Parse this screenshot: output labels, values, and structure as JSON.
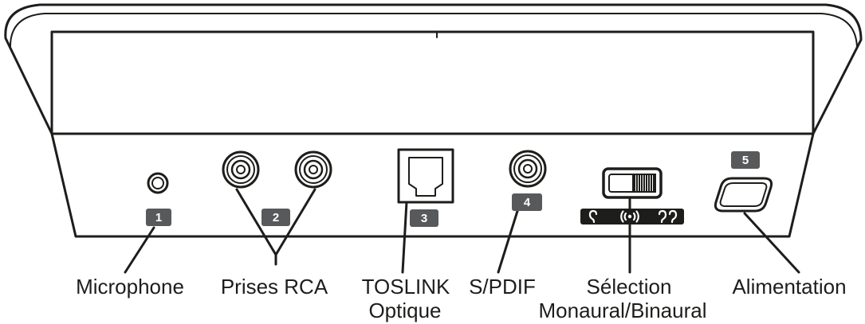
{
  "ports": {
    "microphone": {
      "badge": "1",
      "label": "Microphone"
    },
    "rca": {
      "badge": "2",
      "label": "Prises RCA"
    },
    "toslink": {
      "badge": "3",
      "label_line1": "TOSLINK",
      "label_line2": "Optique"
    },
    "spdif": {
      "badge": "4",
      "label": "S/PDIF"
    },
    "selection": {
      "label_line1": "Sélection",
      "label_line2": "Monaural/Binaural",
      "icons": [
        "single-ear-icon",
        "wireless-icon",
        "both-ears-icon"
      ]
    },
    "power": {
      "badge": "5",
      "label": "Alimentation"
    }
  },
  "colors": {
    "outline": "#1d1d1b",
    "badge_fill": "#58595b",
    "badge_text": "#ffffff",
    "icon_bar": "#1d1d1b",
    "icon_glyph": "#ffffff"
  }
}
